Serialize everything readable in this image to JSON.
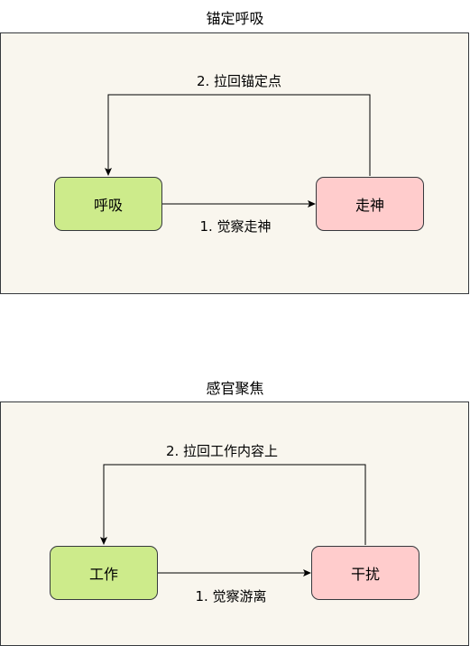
{
  "diagrams": [
    {
      "title": "锚定呼吸",
      "left_node": "呼吸",
      "right_node": "走神",
      "forward_edge_label": "1. 觉察走神",
      "return_edge_label": "2. 拉回锚定点"
    },
    {
      "title": "感官聚焦",
      "left_node": "工作",
      "right_node": "干扰",
      "forward_edge_label": "1. 觉察游离",
      "return_edge_label": "2. 拉回工作内容上"
    }
  ],
  "colors": {
    "panel_fill": "#f9f6ee",
    "panel_border": "#36393d",
    "start_node_fill": "#cdeb8b",
    "distraction_node_fill": "#ffcccc",
    "edge_color": "#000000"
  }
}
